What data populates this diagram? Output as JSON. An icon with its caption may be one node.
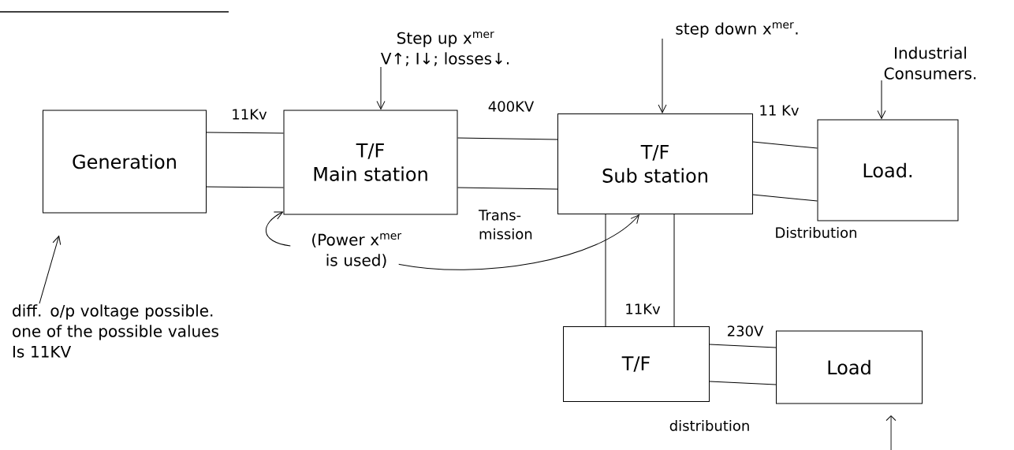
{
  "diagram": {
    "nodes": [
      {
        "text": [
          "Generation"
        ]
      },
      {
        "text": [
          "T/F",
          "Main station"
        ]
      },
      {
        "text": [
          "T/F",
          "Sub station"
        ]
      },
      {
        "text": [
          "Load."
        ]
      },
      {
        "text": [
          "T/F"
        ]
      },
      {
        "text": [
          "Load"
        ]
      },
      {
        "text": [
          "Step up x$^{mer}$",
          "V↑; I↓; losses↓."
        ]
      },
      {
        "text": [
          "step down x$^{mer}$."
        ]
      },
      {
        "text": [
          "Industrial Consumers."
        ]
      },
      {
        "text": [
          "(Power x$^{mer}$ is used)"
        ]
      },
      {
        "text": [
          "diff. o/p voltage possible. one of the possible values",
          "Is 11KV"
        ]
      }
    ],
    "edges": [
      {
        "from": 0,
        "to": 1,
        "arrow": "none",
        "label": "11Kv"
      },
      {
        "from": 0,
        "to": 1,
        "arrow": "none"
      },
      {
        "from": 1,
        "to": 2,
        "arrow": "none",
        "label": "400KV"
      },
      {
        "from": 1,
        "to": 2,
        "arrow": "none",
        "label": "Trans- mission"
      },
      {
        "from": 2,
        "to": 3,
        "arrow": "none",
        "label": "11 Kv"
      },
      {
        "from": 2,
        "to": 3,
        "arrow": "none",
        "label": "Distribution"
      },
      {
        "from": 2,
        "to": 4,
        "arrow": "none"
      },
      {
        "from": 2,
        "to": 4,
        "arrow": "none",
        "label": "11Kv"
      },
      {
        "from": 4,
        "to": 5,
        "arrow": "none",
        "label": "230V"
      },
      {
        "from": 4,
        "to": 5,
        "arrow": "none",
        "label": "distribution"
      },
      {
        "from": 6,
        "to": 1,
        "arrow": "to"
      },
      {
        "from": 7,
        "to": 2,
        "arrow": "to"
      },
      {
        "from": 8,
        "to": 3,
        "arrow": "to"
      },
      {
        "from": 9,
        "to": 1,
        "arrow": "to"
      },
      {
        "from": 9,
        "to": 2,
        "arrow": "to"
      },
      {
        "from": 10,
        "to": 0,
        "arrow": "to"
      }
    ]
  }
}
